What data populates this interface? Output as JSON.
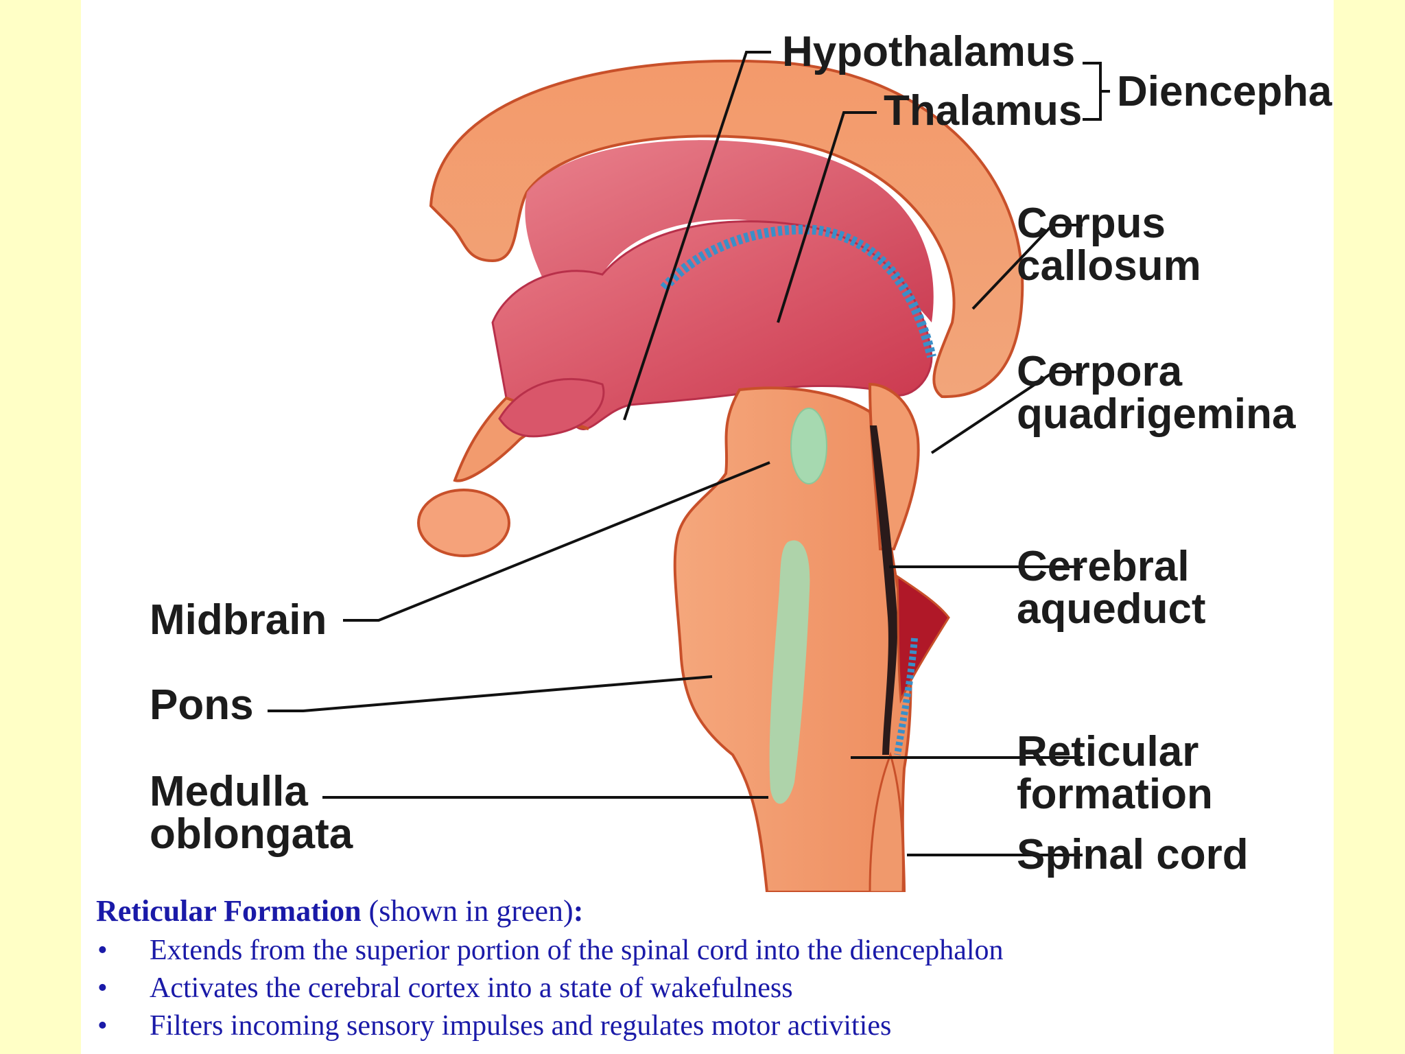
{
  "labels": {
    "hypothalamus": "Hypothalamus",
    "thalamus": "Thalamus",
    "diencephalon": "Diencephalon",
    "corpus_callosum": [
      "Corpus",
      "callosum"
    ],
    "corpora_quadrigemina": [
      "Corpora",
      "quadrigemina"
    ],
    "cerebral_aqueduct": [
      "Cerebral",
      "aqueduct"
    ],
    "midbrain": "Midbrain",
    "pons": "Pons",
    "medulla_oblongata": [
      "Medulla",
      "oblongata"
    ],
    "reticular_formation": [
      "Reticular",
      "formation"
    ],
    "spinal_cord": "Spinal cord"
  },
  "caption": {
    "title": "Reticular Formation",
    "subtitle": " (shown in green)",
    "colon": ":",
    "bullet": "•",
    "items": [
      "Extends from the superior portion of the spinal cord into the diencephalon",
      "Activates the cerebral cortex into a state of wakefulness",
      "Filters incoming sensory impulses and regulates motor activities"
    ]
  },
  "colors": {
    "page_background": "#FFFFC6",
    "tissue": "#F29B6E",
    "tissue_outline": "#C8502A",
    "inner_tissue": "#D9566A",
    "choroid_plexus": "#3A8FC8",
    "reticular_formation": "#A6D9B0",
    "caption_text": "#1A1AA8"
  }
}
